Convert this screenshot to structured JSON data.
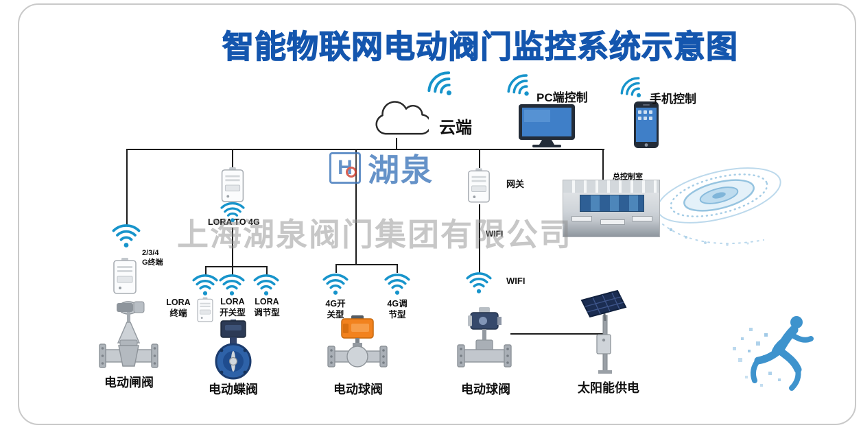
{
  "title": "智能物联网电动阀门监控系统示意图",
  "watermark": {
    "logo_h": "H",
    "logo_text": "湖泉",
    "company": "上海湖泉阀门集团有限公司"
  },
  "cloud": {
    "label": "云端"
  },
  "controls": {
    "pc": "PC端控制",
    "mobile": "手机控制"
  },
  "network": {
    "gateway": "网关",
    "control_room": "总控制室",
    "lora_to_4g": "LORA TO 4G",
    "terminal_1": "2/3/4",
    "terminal_2": "G终端",
    "wifi_mid": "WIFI",
    "wifi_branch": "WIFI"
  },
  "branches": {
    "lora_terminal_1": "LORA",
    "lora_terminal_2": "终端",
    "lora_switch_1": "LORA",
    "lora_switch_2": "开关型",
    "lora_reg_1": "LORA",
    "lora_reg_2": "调节型",
    "g4_switch_1": "4G开",
    "g4_switch_2": "关型",
    "g4_reg_1": "4G调",
    "g4_reg_2": "节型"
  },
  "devices": {
    "gate_valve": "电动闸阀",
    "butterfly_valve": "电动蝶阀",
    "ball_valve_1": "电动球阀",
    "ball_valve_2": "电动球阀",
    "solar": "太阳能供电"
  },
  "colors": {
    "title_blue": "#1456ae",
    "wifi_teal": "#1794cb",
    "line_black": "#1c1c1c",
    "brand_blue": "#3f77bb",
    "watermark_gray": "#8c8c8c",
    "actuator_orange": "#f2821e",
    "valve_blue": "#2e62a8",
    "decor_light_blue": "#9cc9e4"
  }
}
